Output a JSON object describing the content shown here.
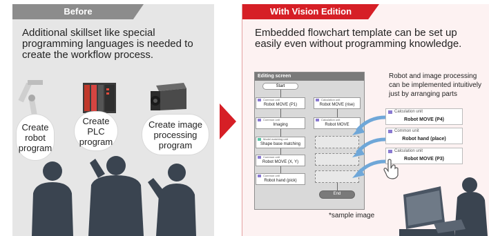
{
  "before": {
    "tab": "Before",
    "description": "Additional skillset like special programming languages is needed to create the workflow process.",
    "clouds": [
      "Create\nrobot\nprogram",
      "Create\nPLC\nprogram",
      "Create image\nprocessing\nprogram"
    ]
  },
  "after": {
    "tab": "With Vision Edition",
    "description": "Embedded flowchart template can be set up easily even without programming knowledge.",
    "note": "Robot and image processing can be implemented intuitively just by arranging parts",
    "sample": "*sample image",
    "screen": {
      "title": "Editing screen",
      "start": "Start",
      "end": "End",
      "left_boxes": [
        {
          "header": "Common unit",
          "body": "Robot MOVE (P1)"
        },
        {
          "header": "Common unit",
          "body": "Imaging"
        },
        {
          "header": "Model matching unit",
          "body": "Shape base matching"
        },
        {
          "header": "Common unit",
          "body": "Robot MOVE (X, Y)"
        },
        {
          "header": "Common unit",
          "body": "Robot hand (pick)"
        }
      ],
      "right_boxes": [
        {
          "header": "Calculation unit",
          "body": "Robot MOVE (rise)"
        },
        {
          "header": "Calculation unit",
          "body": "Robot MOVE"
        }
      ]
    },
    "cards": [
      {
        "header": "Calculation unit",
        "body": "Robot MOVE (P4)"
      },
      {
        "header": "Common unit",
        "body": "Robot hand (place)"
      },
      {
        "header": "Calculation unit",
        "body": "Robot MOVE (P3)"
      }
    ]
  },
  "colors": {
    "accent": "#d61f26",
    "before_tab": "#8c8c8c",
    "silhouette": "#3a4450"
  }
}
